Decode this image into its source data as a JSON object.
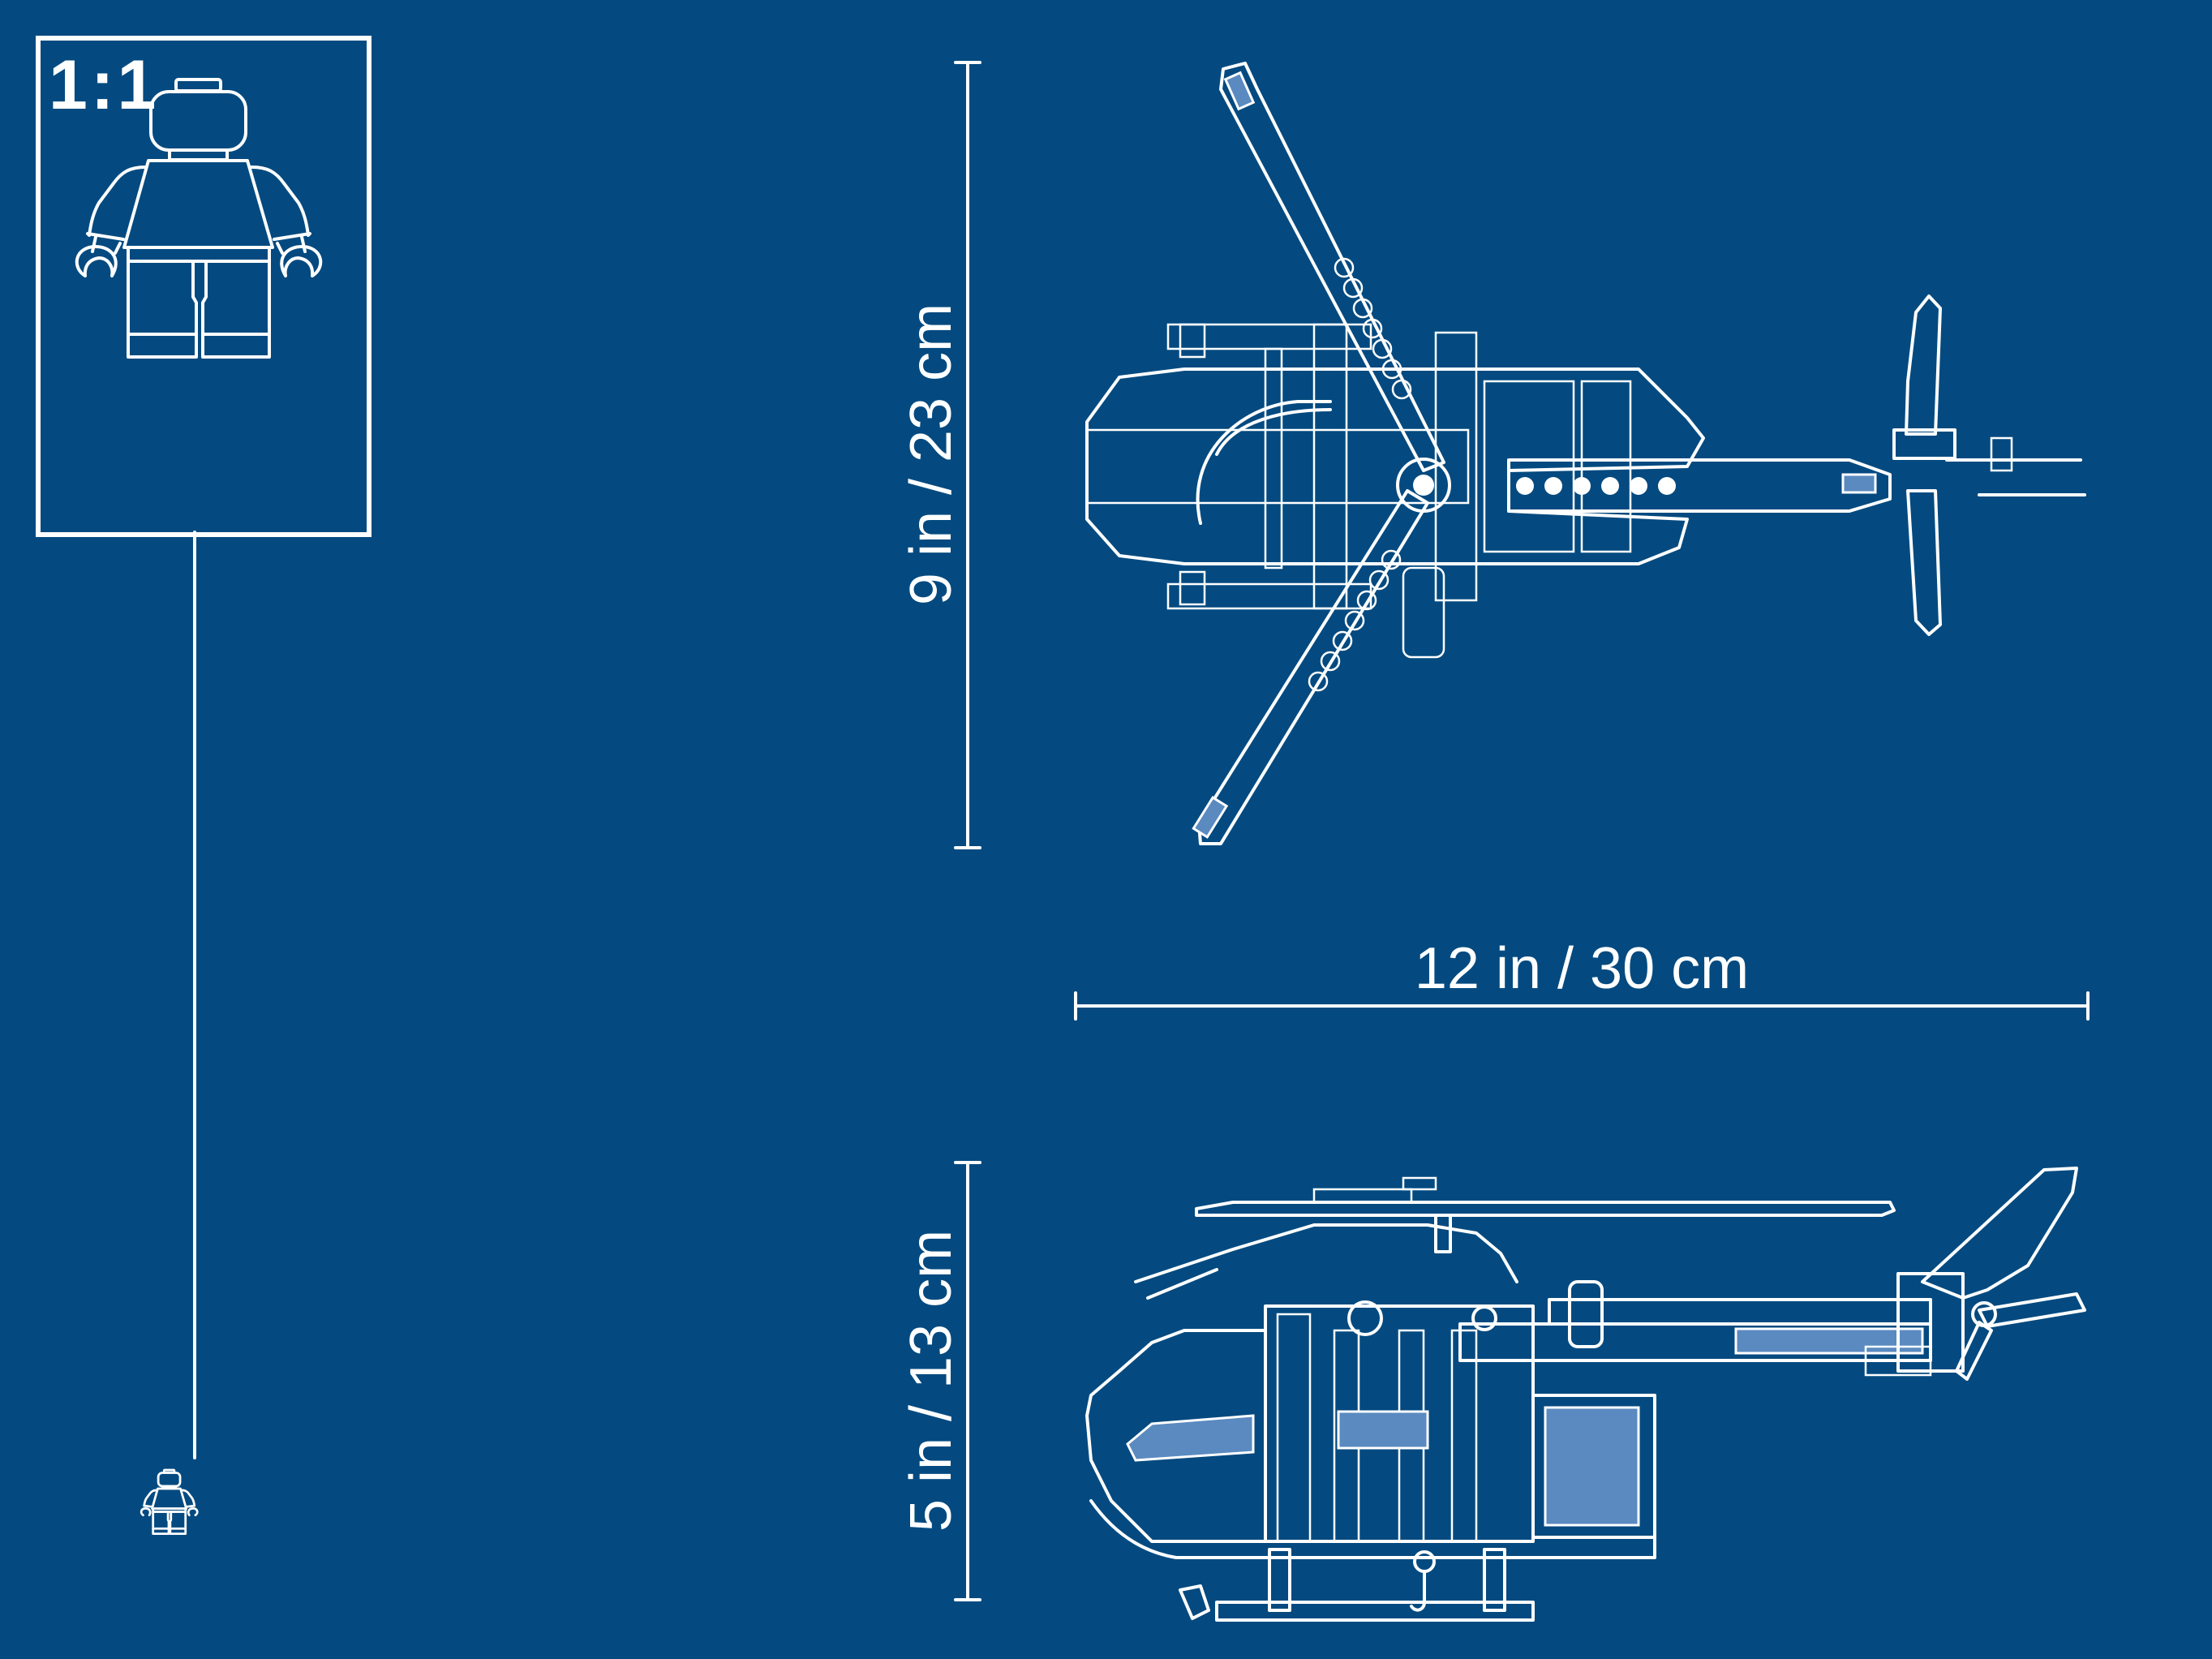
{
  "scale": {
    "label": "1:1",
    "figure_icon": "minifigure-icon",
    "small_figure_icon": "minifigure-small-icon"
  },
  "dimensions": {
    "height": {
      "label": "9 in / 23 cm",
      "orientation": "vertical"
    },
    "width": {
      "label": "12 in / 30 cm",
      "orientation": "horizontal"
    },
    "side_height": {
      "label": "5 in / 13 cm",
      "orientation": "vertical"
    }
  },
  "views": {
    "top": {
      "icon": "helicopter-top-view-icon"
    },
    "side": {
      "icon": "helicopter-side-view-icon"
    }
  },
  "colors": {
    "background": "#044a80",
    "line": "#ffffff",
    "fill_light": "#5a8ac0",
    "fill_mid": "#3f74a8"
  }
}
